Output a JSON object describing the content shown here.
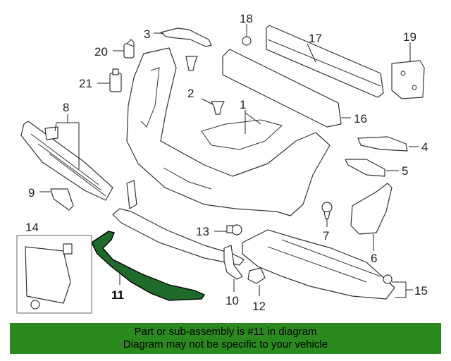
{
  "callouts": {
    "c1": "1",
    "c2": "2",
    "c3": "3",
    "c4": "4",
    "c5": "5",
    "c6": "6",
    "c7": "7",
    "c8": "8",
    "c9": "9",
    "c10": "10",
    "c11": "11",
    "c12": "12",
    "c13": "13",
    "c14": "14",
    "c15": "15",
    "c16": "16",
    "c17": "17",
    "c18": "18",
    "c19": "19",
    "c20": "20",
    "c21": "21"
  },
  "highlighted_part": "11",
  "colors": {
    "highlight_fill": "#1f6b2a",
    "banner_bg": "#2a8a1e"
  },
  "banner": {
    "line1": "Part or sub-assembly is #11 in diagram",
    "line2": "Diagram may not be specific to your vehicle"
  }
}
